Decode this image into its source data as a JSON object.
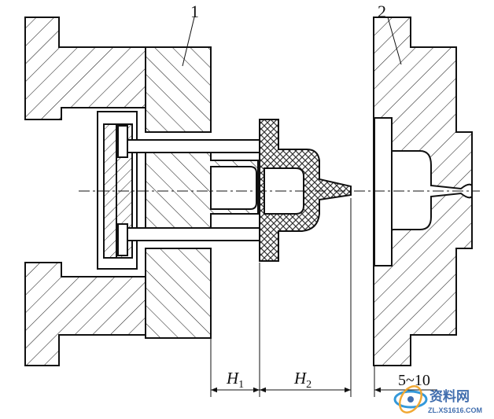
{
  "labels": {
    "part_1": "1",
    "part_2": "2",
    "dim_h1": "H",
    "dim_h1_sub": "1",
    "dim_h2": "H",
    "dim_h2_sub": "2",
    "dim_gap": "5~10"
  },
  "watermark": {
    "brand": "资料网",
    "url": "ZL.XS1616.COM"
  },
  "colors": {
    "line": "#111111",
    "watermark_text": "#2d5fa6",
    "watermark_swirl": "#1f8fd6"
  }
}
